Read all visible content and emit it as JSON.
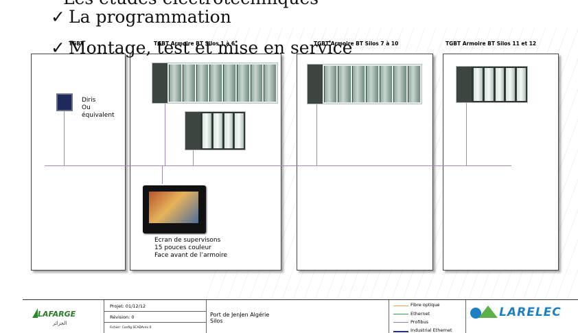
{
  "bullets": {
    "prev_partial": "Les études électrotechniques",
    "programming": "La programmation",
    "mounting": "Montage, test et mise en service"
  },
  "cabinets": [
    {
      "title": "TGBT"
    },
    {
      "title": "TGBT Armoire BT Silos 1 à 6"
    },
    {
      "title": "TGBT Armoire BT Silos 7 à 10"
    },
    {
      "title": "TGBT Armoire BT Silos 11 et 12"
    }
  ],
  "meter": {
    "line1": "Diris",
    "line2": "Ou",
    "line3": "équivalent"
  },
  "hmi": {
    "line1": "Ecran de supervisons",
    "line2": "15 pouces couleur",
    "line3": "Face avant de l’armoire"
  },
  "title_block": {
    "company_logo": "LAFARGE",
    "company_sub": "الجزائر",
    "project": "Projet: 01/12/12",
    "revision": "Révision: 0",
    "file": "Fichier: Config SCADArev 0",
    "site_line1": "Port de JenJen  Algérie",
    "site_line2": "Silos",
    "legend": [
      {
        "label": "Fibre optique",
        "color": "#f2a23c"
      },
      {
        "label": "Ethernet",
        "color": "#2aa84a"
      },
      {
        "label": "Profibus",
        "color": "#9c7cc0"
      },
      {
        "label": "Industrial Ethernet",
        "color": "#1f2f8a"
      }
    ],
    "contractor_logo": "LARELEC"
  },
  "colors": {
    "bus": "#a487bb",
    "larelec_green": "#5bb04a",
    "larelec_blue": "#1d7fc4"
  }
}
